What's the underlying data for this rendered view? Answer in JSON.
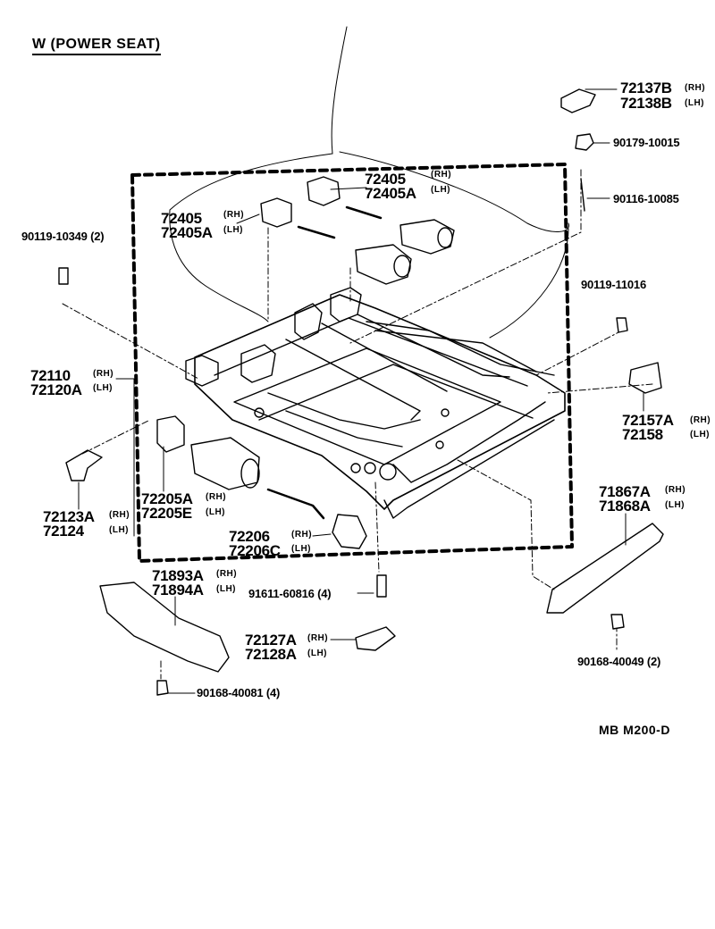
{
  "title": "W (POWER SEAT)",
  "reference": "MB  M200-D",
  "side": {
    "rh": "(RH)",
    "lh": "(LH)"
  },
  "labels": {
    "p72137B": "72137B",
    "p72138B": "72138B",
    "p90179": "90179-10015",
    "p90116": "90116-10085",
    "p72405_top": "72405",
    "p72405A_top": "72405A",
    "p72405_left": "72405",
    "p72405A_left": "72405A",
    "p90119_10349": "90119-10349 (2)",
    "p90119_11016": "90119-11016",
    "p72110": "72110",
    "p72120A": "72120A",
    "p72157A": "72157A",
    "p72158": "72158",
    "p72123A": "72123A",
    "p72124": "72124",
    "p72205A": "72205A",
    "p72205E": "72205E",
    "p71867A": "71867A",
    "p71868A": "71868A",
    "p72206": "72206",
    "p72206C": "72206C",
    "p71893A": "71893A",
    "p71894A": "71894A",
    "p91611": "91611-60816 (4)",
    "p72127A": "72127A",
    "p72128A": "72128A",
    "p90168_40049": "90168-40049 (2)",
    "p90168_40081": "90168-40081 (4)"
  }
}
